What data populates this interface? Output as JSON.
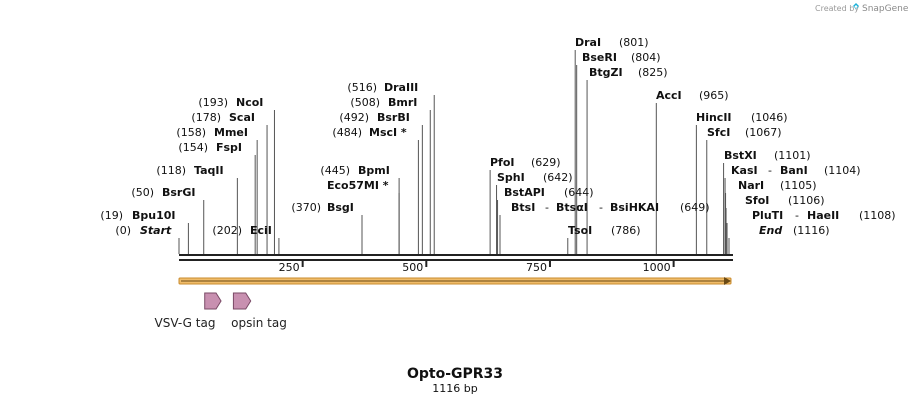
{
  "watermark": {
    "text": "Created by",
    "brand": "SnapGene",
    "logo_icon": "snapgene-leaf-icon",
    "brand_color": "#1ab0d8"
  },
  "title": "Opto-GPR33",
  "length_label": "1116 bp",
  "sequence_length": 1116,
  "ruler_ticks": [
    {
      "value": 250,
      "label": "250"
    },
    {
      "value": 500,
      "label": "500"
    },
    {
      "value": 750,
      "label": "750"
    },
    {
      "value": 1000,
      "label": "1000"
    }
  ],
  "sites": [
    {
      "position": 19,
      "names": [
        "Bpu10I"
      ],
      "label": "(19)"
    },
    {
      "position": 50,
      "names": [
        "BsrGI"
      ],
      "label": "(50)"
    },
    {
      "position": 118,
      "names": [
        "TaqII"
      ],
      "label": "(118)"
    },
    {
      "position": 154,
      "names": [
        "FspI"
      ],
      "label": "(154)"
    },
    {
      "position": 158,
      "names": [
        "MmeI"
      ],
      "label": "(158)"
    },
    {
      "position": 178,
      "names": [
        "ScaI"
      ],
      "label": "(178)"
    },
    {
      "position": 193,
      "names": [
        "NcoI"
      ],
      "label": "(193)"
    },
    {
      "position": 202,
      "names": [
        "EciI"
      ],
      "label": "(202)"
    },
    {
      "position": 370,
      "names": [
        "BsgI"
      ],
      "label": "(370)"
    },
    {
      "position": 445,
      "names": [
        "BpmI"
      ],
      "label": "(445)"
    },
    {
      "position": 445,
      "names": [
        "Eco57MI *"
      ],
      "label": ""
    },
    {
      "position": 484,
      "names": [
        "MscI *"
      ],
      "label": "(484)"
    },
    {
      "position": 492,
      "names": [
        "BsrBI"
      ],
      "label": "(492)"
    },
    {
      "position": 508,
      "names": [
        "BmrI"
      ],
      "label": "(508)"
    },
    {
      "position": 516,
      "names": [
        "DraIII"
      ],
      "label": "(516)"
    },
    {
      "position": 629,
      "names": [
        "PfoI"
      ],
      "label": "(629)"
    },
    {
      "position": 642,
      "names": [
        "SphI"
      ],
      "label": "(642)"
    },
    {
      "position": 644,
      "names": [
        "BstAPI"
      ],
      "label": "(644)"
    },
    {
      "position": 649,
      "names": [
        "BtsI",
        "BtsαI",
        "BsiHKAI"
      ],
      "label": "(649)"
    },
    {
      "position": 786,
      "names": [
        "TsoI"
      ],
      "label": "(786)"
    },
    {
      "position": 801,
      "names": [
        "DraI"
      ],
      "label": "(801)"
    },
    {
      "position": 804,
      "names": [
        "BseRI"
      ],
      "label": "(804)"
    },
    {
      "position": 825,
      "names": [
        "BtgZI"
      ],
      "label": "(825)"
    },
    {
      "position": 965,
      "names": [
        "AccI"
      ],
      "label": "(965)"
    },
    {
      "position": 1046,
      "names": [
        "HincII"
      ],
      "label": "(1046)"
    },
    {
      "position": 1067,
      "names": [
        "SfcI"
      ],
      "label": "(1067)"
    },
    {
      "position": 1101,
      "names": [
        "BstXI"
      ],
      "label": "(1101)"
    },
    {
      "position": 1104,
      "names": [
        "KasI",
        "BanI"
      ],
      "label": "(1104)"
    },
    {
      "position": 1105,
      "names": [
        "NarI"
      ],
      "label": "(1105)"
    },
    {
      "position": 1106,
      "names": [
        "SfoI"
      ],
      "label": "(1106)"
    },
    {
      "position": 1108,
      "names": [
        "PluTI",
        "HaeII"
      ],
      "label": "(1108)"
    }
  ],
  "ends": {
    "start": {
      "name": "Start",
      "label": "(0)"
    },
    "end": {
      "name": "End",
      "label": "(1116)"
    }
  },
  "features": [
    {
      "name": "VSV-G tag",
      "start": 52,
      "end": 85,
      "color": "#c890b0",
      "icon": "arrow-feature-icon"
    },
    {
      "name": "opsin tag",
      "start": 110,
      "end": 145,
      "color": "#c890b0",
      "icon": "arrow-feature-icon"
    }
  ],
  "orf": {
    "start": 0,
    "end": 1116,
    "color": "#f0bc6a",
    "direction": "forward"
  }
}
